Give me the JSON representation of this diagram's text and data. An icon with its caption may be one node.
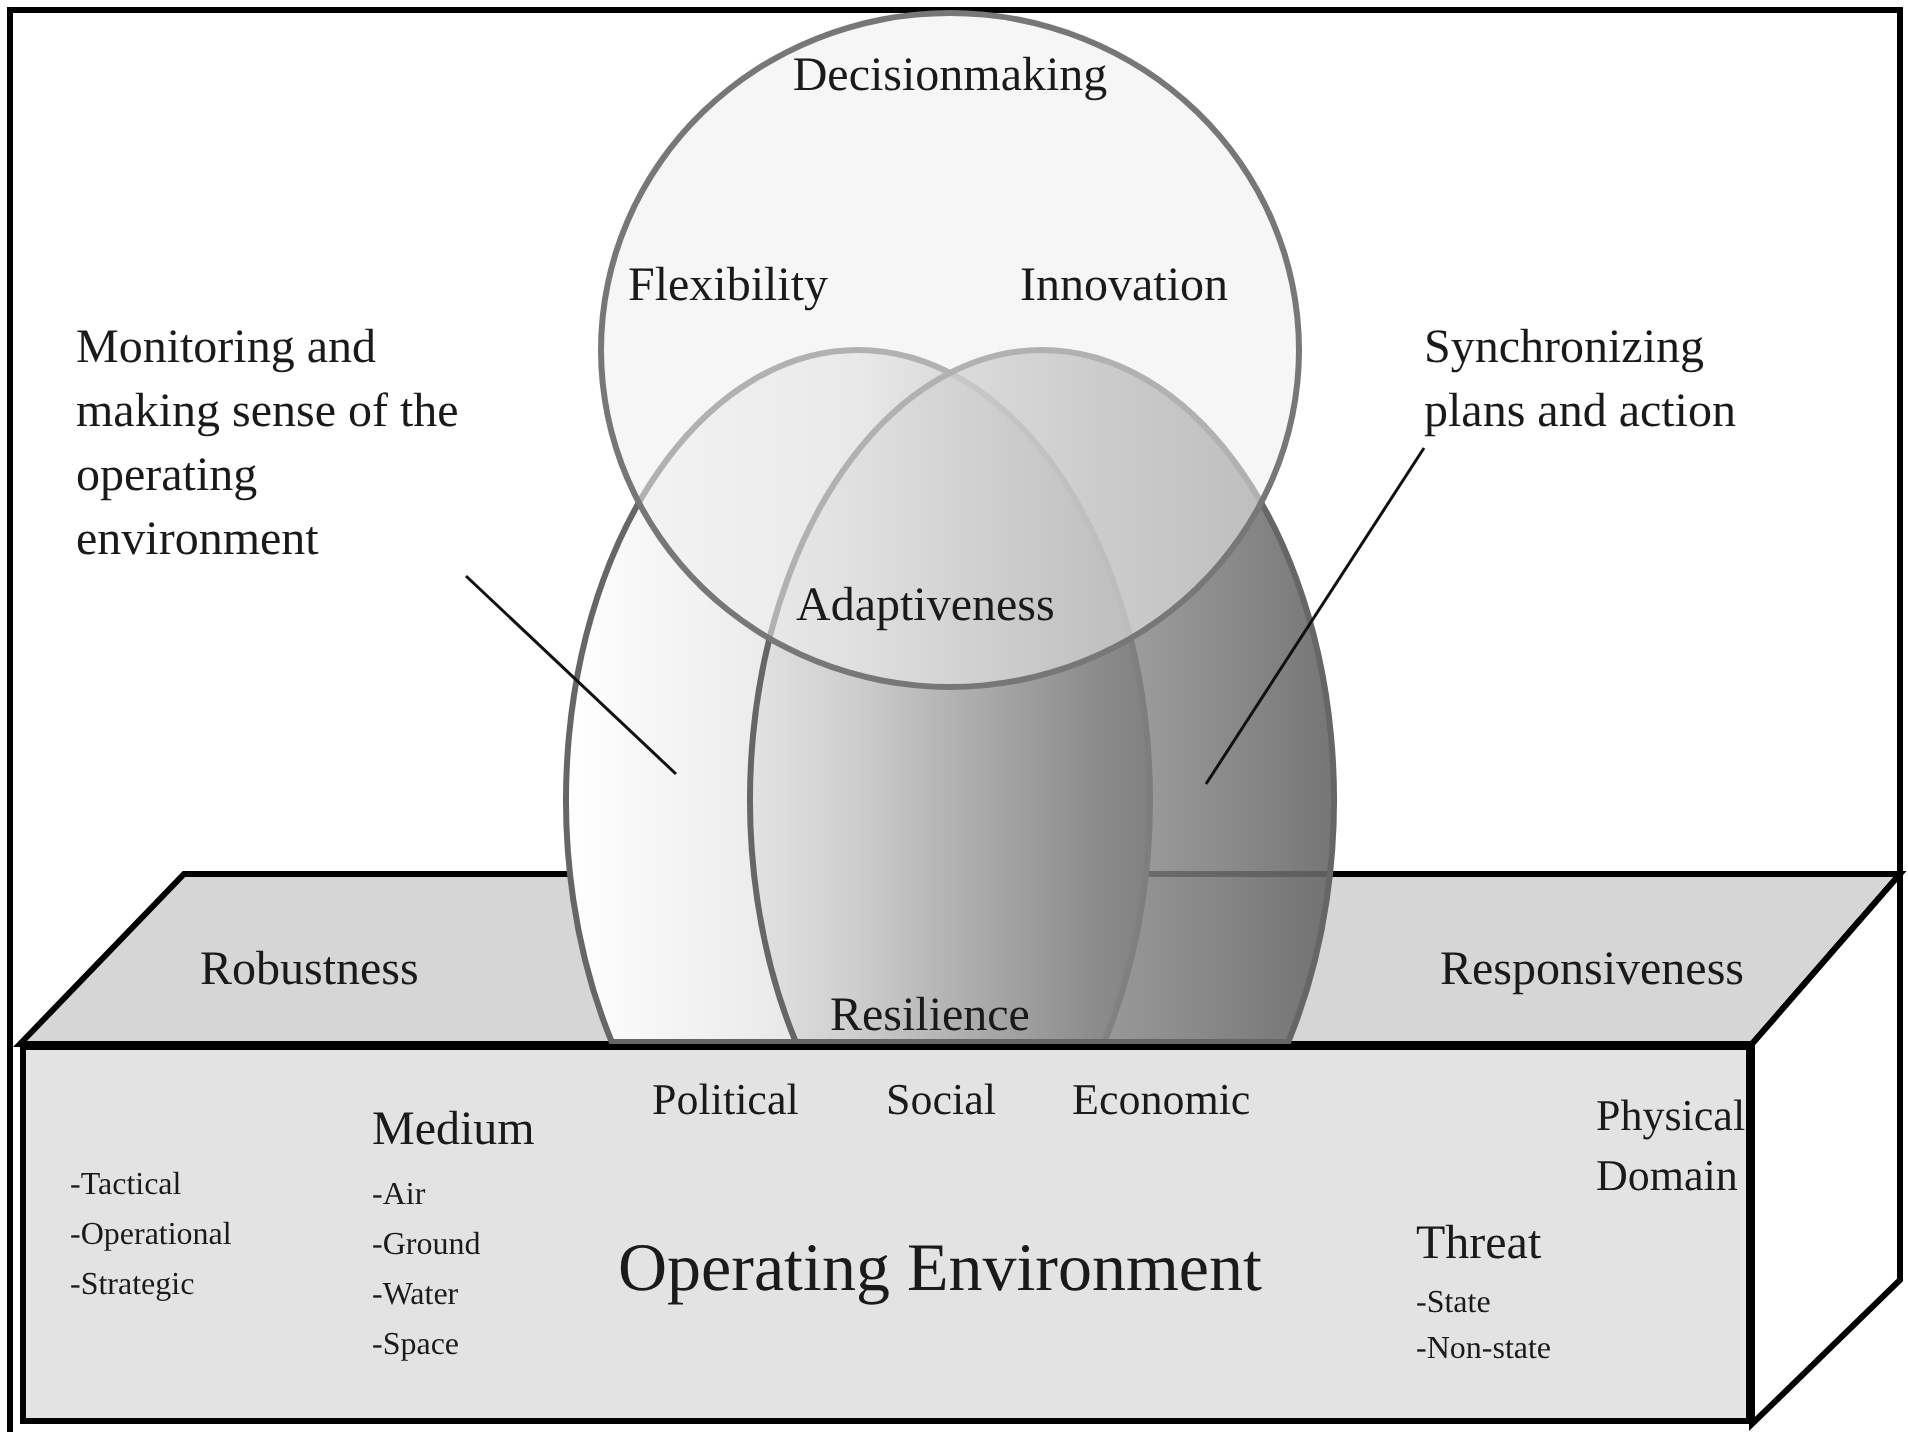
{
  "diagram": {
    "nodes": [
      {
        "text": [
          "Monitoring and making sense of the operating environment"
        ]
      },
      {
        "text": [
          "Decisionmaking"
        ]
      },
      {
        "text": [
          "Synchronizing plans and action"
        ]
      },
      {
        "text": [],
        "shape": "ellipse"
      },
      {
        "text": [],
        "shape": "ellipse"
      },
      {
        "text": [
          "Operating Environment"
        ]
      }
    ],
    "edges": [
      {
        "from": 0,
        "to": 3,
        "arrow": "none"
      },
      {
        "from": 2,
        "to": 4,
        "arrow": "none"
      }
    ],
    "labels": [
      "Flexibility",
      "Innovation",
      "Adaptiveness",
      "Robustness",
      "Resilience",
      "Responsiveness",
      "Political",
      "Social",
      "Economic",
      "Physical Domain",
      "Medium",
      "-Tactical",
      "-Operational",
      "-Strategic",
      "-Air",
      "-Ground",
      "-Water",
      "-Space",
      "Threat",
      "-State",
      "-Non-state"
    ]
  }
}
